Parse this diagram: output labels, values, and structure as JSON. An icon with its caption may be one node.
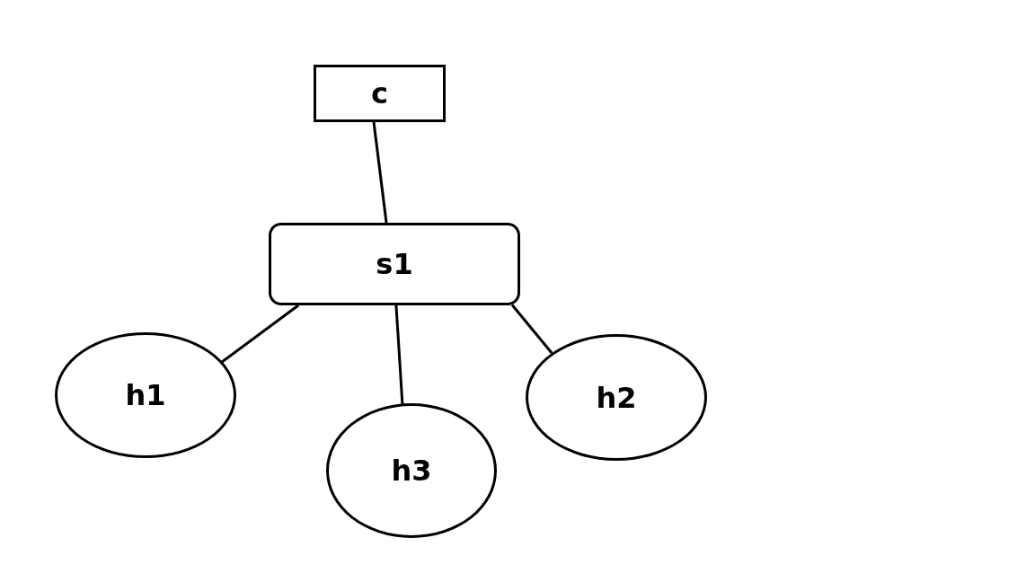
{
  "diagram": {
    "nodes": [
      {
        "text": [
          "c"
        ]
      },
      {
        "text": [
          "s1"
        ]
      },
      {
        "text": [
          "h1"
        ]
      },
      {
        "text": [
          "h3"
        ]
      },
      {
        "text": [
          "h2"
        ]
      }
    ],
    "edges": [
      {
        "from": 0,
        "to": 1,
        "arrow": "none"
      },
      {
        "from": 1,
        "to": 2,
        "arrow": "none"
      },
      {
        "from": 1,
        "to": 3,
        "arrow": "none"
      },
      {
        "from": 1,
        "to": 4,
        "arrow": "none"
      }
    ]
  }
}
